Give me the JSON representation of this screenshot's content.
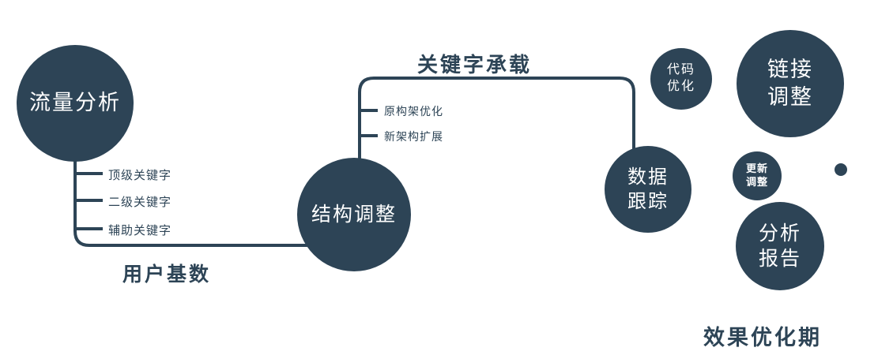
{
  "colors": {
    "primary": "#2d4456",
    "text": "#2d4456",
    "background": "#ffffff"
  },
  "nodes": {
    "traffic": {
      "label": "流量分析"
    },
    "structure": {
      "label": "结构调整"
    },
    "data_tracking": {
      "line1": "数据",
      "line2": "跟踪"
    },
    "code_opt": {
      "line1": "代码",
      "line2": "优化"
    },
    "link_adjust": {
      "line1": "链接",
      "line2": "调整"
    },
    "update_adjust": {
      "line1": "更新",
      "line2": "调整"
    },
    "analysis_report": {
      "line1": "分析",
      "line2": "报告"
    }
  },
  "edges": {
    "user_base_label": "用户基数",
    "keyword_carry_label": "关键字承载"
  },
  "branches": {
    "traffic": [
      "顶级关键字",
      "二级关键字",
      "辅助关键字"
    ],
    "structure": [
      "原构架优化",
      "新架构扩展"
    ]
  },
  "caption": "效果优化期"
}
